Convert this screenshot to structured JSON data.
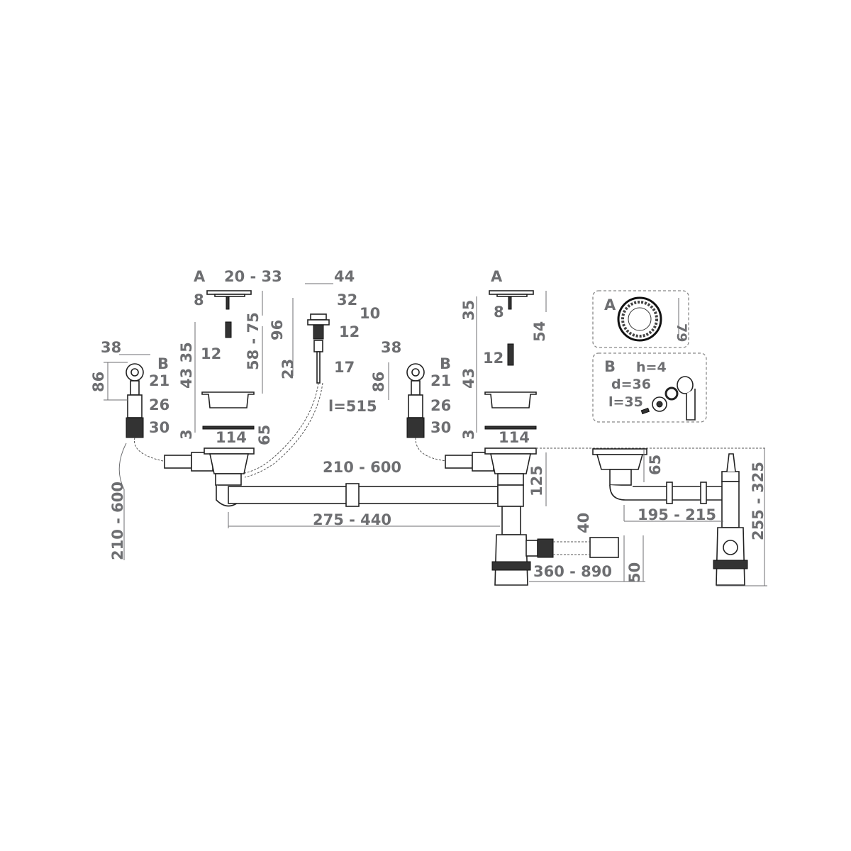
{
  "labels": {
    "a_left": "A",
    "range_20_33": "20 - 33",
    "d44": "44",
    "d8_left": "8",
    "d32": "32",
    "d10": "10",
    "d12_button": "12",
    "d12_left": "12",
    "d17": "17",
    "cable_length": "l=515",
    "d38_left": "38",
    "b_left": "B",
    "d21_left": "21",
    "d26_left": "26",
    "d30_left": "30",
    "d86_left": "86",
    "d43_35_left": "43 35",
    "range_58_75": "58 - 75",
    "d96": "96",
    "d23": "23",
    "d3_left": "3",
    "d114_left": "114",
    "d65_left": "65",
    "range_210_600_left": "210 - 600",
    "d38_right": "38",
    "b_right": "B",
    "d21_right": "21",
    "d26_right": "26",
    "d30_right": "30",
    "d86_right": "86",
    "a_right": "A",
    "d35_right": "35",
    "d8_right": "8",
    "d54": "54",
    "d12_right": "12",
    "d43_right": "43",
    "d3_right": "3",
    "d114_right": "114",
    "range_210_600_mid": "210 - 600",
    "d125": "125",
    "range_275_440": "275 - 440",
    "d40": "40",
    "d50": "50",
    "range_360_890": "360 - 890",
    "d65_side": "65",
    "range_195_215": "195 - 215",
    "range_255_325": "255 - 325"
  },
  "inset_a": {
    "label": "A",
    "diameter": "79"
  },
  "inset_b": {
    "label": "B",
    "h": "h=4",
    "d": "d=36",
    "l": "l=35"
  }
}
